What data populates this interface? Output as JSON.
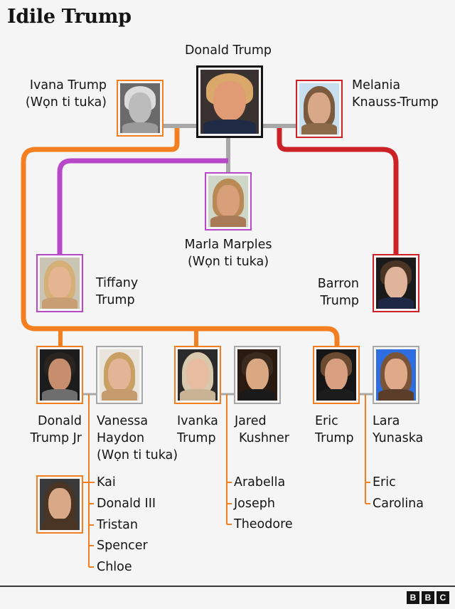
{
  "title": "Idile Trump",
  "colors": {
    "background": "#f5f5f5",
    "ivana_line": "#f47f20",
    "marla_line": "#b748c8",
    "melania_line": "#cc2127",
    "spouse_line": "#a8a8a8",
    "donald_frame": "#141414",
    "spouse_frame": "#a8a8a8"
  },
  "people": {
    "donald": {
      "name": "Donald Trump"
    },
    "ivana": {
      "line1": "Ivana Trump",
      "line2": "(Wọn ti tuka)"
    },
    "melania": {
      "line1": "Melania",
      "line2": "Knauss-Trump"
    },
    "marla": {
      "line1": "Marla Marples",
      "line2": "(Wọn ti tuka)"
    },
    "tiffany": {
      "line1": "Tiffany",
      "line2": "Trump"
    },
    "barron": {
      "line1": "Barron",
      "line2": "Trump"
    },
    "donald_jr": {
      "line1": "Donald",
      "line2": "Trump Jr"
    },
    "vanessa": {
      "line1": "Vanessa",
      "line2": "Haydon",
      "line3": "(Wọn ti tuka)"
    },
    "ivanka": {
      "line1": "Ivanka",
      "line2": "Trump"
    },
    "jared": {
      "line1": "Jared",
      "line2": "Kushner"
    },
    "eric": {
      "line1": "Eric",
      "line2": "Trump"
    },
    "lara": {
      "line1": "Lara",
      "line2": "Yunaska"
    }
  },
  "grandchildren": {
    "donald_jr": [
      "Kai",
      "Donald III",
      "Tristan",
      "Spencer",
      "Chloe"
    ],
    "ivanka": [
      "Arabella",
      "Joseph",
      "Theodore"
    ],
    "eric": [
      "Eric",
      "Carolina"
    ]
  },
  "footer": {
    "logo": [
      "B",
      "B",
      "C"
    ]
  }
}
